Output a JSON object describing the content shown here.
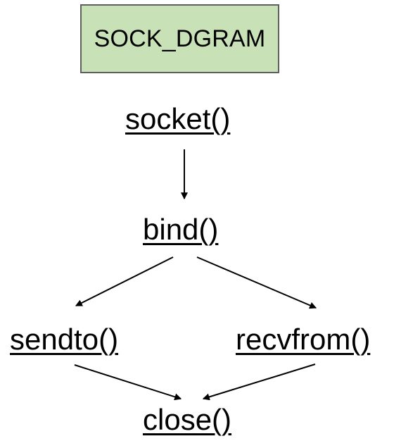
{
  "title": "SOCK_DGRAM",
  "nodes": {
    "socket": "socket()",
    "bind": "bind()",
    "sendto": "sendto()",
    "recvfrom": "recvfrom()",
    "close": "close()"
  },
  "colors": {
    "title_fill": "#c9e1b7",
    "title_border": "#5f5f5f",
    "text": "#000000",
    "arrow": "#000000",
    "background": "#ffffff"
  }
}
